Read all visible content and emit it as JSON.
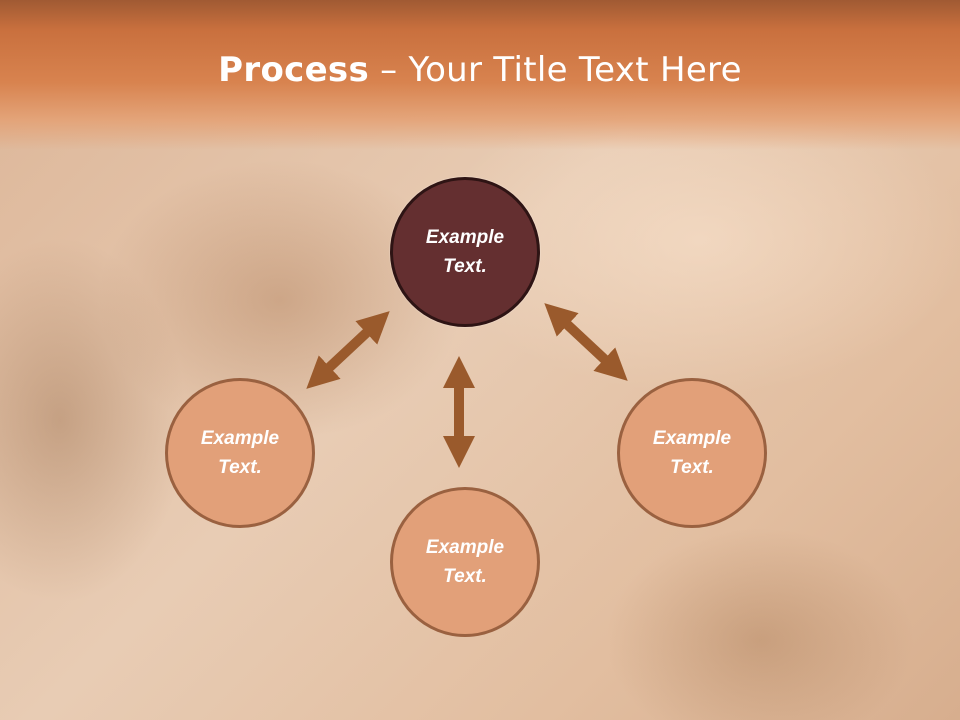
{
  "slide": {
    "title_bold": "Process",
    "title_rest": " – Your Title Text Here"
  },
  "colors": {
    "header": "#d8834f",
    "center_circle": "#642f30",
    "outer_circle": "#e2a079",
    "arrow": "#9a5a2c"
  },
  "nodes": {
    "top": "Example\nText.",
    "left": "Example\nText.",
    "right": "Example\nText.",
    "bottom": "Example\nText."
  }
}
